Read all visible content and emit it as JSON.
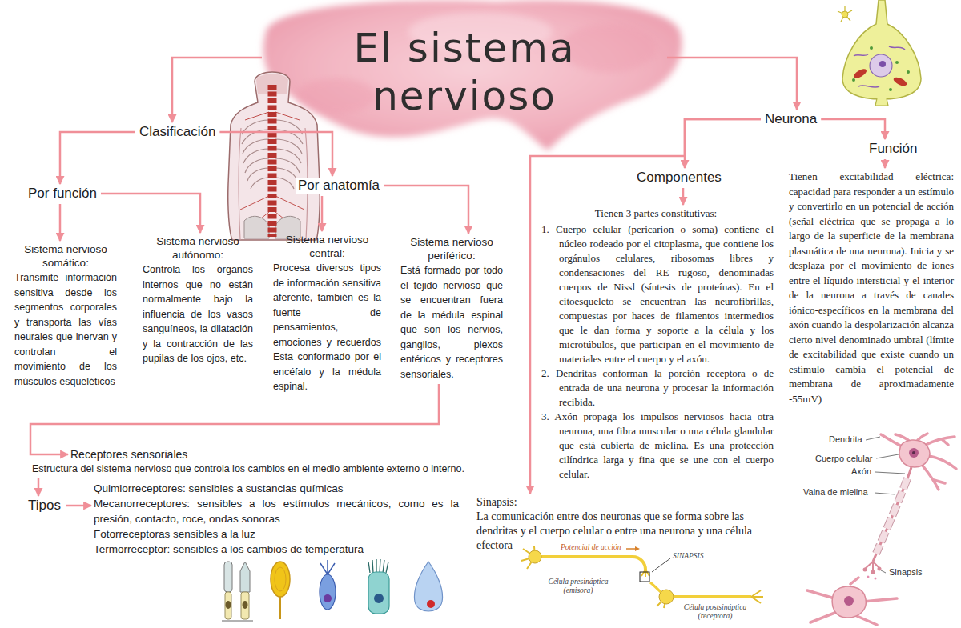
{
  "diagram": {
    "nodes": [
      {
        "text": [
          "El sistema nervioso"
        ]
      },
      {
        "text": [
          "Clasificación"
        ]
      },
      {
        "text": [
          "Por función"
        ]
      },
      {
        "text": [
          "Por anatomía"
        ]
      },
      {
        "text": [
          "Sistema nervioso somático:",
          "Transmite información sensitiva desde los segmentos corporales y transporta las vías neurales que inervan y controlan el movimiento de los músculos esqueléticos"
        ]
      },
      {
        "text": [
          "Sistema nervioso autónomo:",
          "Controla los órganos internos que no están normalmente bajo la influencia de los vasos sanguíneos, la dilatación y la contracción de las pupilas de los ojos, etc."
        ]
      },
      {
        "text": [
          "Sistema nervioso central:",
          "Procesa diversos tipos de información sensitiva aferente, también es la fuente de pensamientos, emociones y recuerdos Esta conformado por el encéfalo y la médula espinal."
        ]
      },
      {
        "text": [
          "Sistema nervioso periférico:",
          "Está formado por todo el tejido nervioso que se encuentran fuera de la médula espinal que son los nervios, ganglios, plexos entéricos y receptores sensoriales."
        ]
      },
      {
        "text": [
          "Receptores sensoriales",
          "Estructura del sistema nervioso que controla los cambios en el medio ambiente externo o interno."
        ]
      },
      {
        "text": [
          "Tipos"
        ]
      },
      {
        "text": [
          "Quimiorreceptores: sensibles a sustancias químicas",
          "Mecanorreceptores: sensibles a los estímulos mecánicos, como es la presión, contacto, roce, ondas sonoras",
          "Fotorreceptoras sensibles a la luz",
          "Termorreceptor: sensibles a los cambios de temperatura"
        ]
      },
      {
        "text": [
          "Neurona"
        ]
      },
      {
        "text": [
          "Componentes"
        ]
      },
      {
        "text": [
          "Función"
        ]
      },
      {
        "text": [
          "Tienen 3 partes constitutivas:",
          "1. Cuerpo celular (pericarion o soma) contiene el núcleo rodeado por el citoplasma, que contiene los orgánulos celulares, ribosomas libres y condensaciones del RE rugoso, denominadas cuerpos de Nissl (síntesis de proteínas). En el citoesqueleto se encuentran las neurofibrillas, compuestas por haces de filamentos intermedios que le dan forma y soporte a la célula y los microtúbulos, que participan en el movimiento de materiales entre el cuerpo y el axón.",
          "2. Dendritas conforman la porción receptora o de entrada de una neurona y procesar la información recibida.",
          "3. Axón propaga los impulsos nerviosos hacia otra neurona, una fibra muscular o una célula glandular que está cubierta de mielina. Es una protección cilíndrica larga y fina que se une con el cuerpo celular."
        ]
      },
      {
        "text": [
          "Tienen excitabilidad eléctrica: capacidad para responder a un estímulo y convertirlo en un potencial de acción (señal eléctrica que se propaga a lo largo de la superficie de la membrana plasmática de una neurona). Inicia y se desplaza por el movimiento de iones entre el líquido intersticial y el interior de la neurona a través de canales iónico-específicos en la membrana del axón cuando la despolarización alcanza cierto nivel denominado umbral (límite de excitabilidad que existe cuando un estímulo cambia el potencial de membrana de aproximadamente -55mV)"
        ]
      },
      {
        "text": [
          "Sinapsis:",
          "La comunicación entre dos neuronas que se forma sobre las dendritas y el cuerpo celular o entre una neurona y una célula efectora"
        ]
      }
    ],
    "edges": [
      {
        "from": 0,
        "to": 1,
        "arrow": "to"
      },
      {
        "from": 0,
        "to": 11,
        "arrow": "to"
      },
      {
        "from": 1,
        "to": 2,
        "arrow": "to"
      },
      {
        "from": 1,
        "to": 3,
        "arrow": "to"
      },
      {
        "from": 2,
        "to": 4,
        "arrow": "to"
      },
      {
        "from": 2,
        "to": 5,
        "arrow": "to"
      },
      {
        "from": 3,
        "to": 6,
        "arrow": "to"
      },
      {
        "from": 3,
        "to": 7,
        "arrow": "to"
      },
      {
        "from": 7,
        "to": 8,
        "arrow": "to"
      },
      {
        "from": 8,
        "to": 9,
        "arrow": "to"
      },
      {
        "from": 9,
        "to": 10,
        "arrow": "to"
      },
      {
        "from": 11,
        "to": 12,
        "arrow": "to"
      },
      {
        "from": 11,
        "to": 13,
        "arrow": "to"
      },
      {
        "from": 11,
        "to": 16,
        "arrow": "to"
      },
      {
        "from": 12,
        "to": 14,
        "arrow": "to"
      },
      {
        "from": 13,
        "to": 15,
        "arrow": "to"
      }
    ],
    "labels": [
      "Dendrita",
      "Cuerpo celular",
      "Axón",
      "Vaina de mielina",
      "Sinapsis",
      "Potencial de acción",
      "SINAPSIS",
      "Célula presináptica (emisora)",
      "Célula postsináptica (receptora)"
    ]
  }
}
